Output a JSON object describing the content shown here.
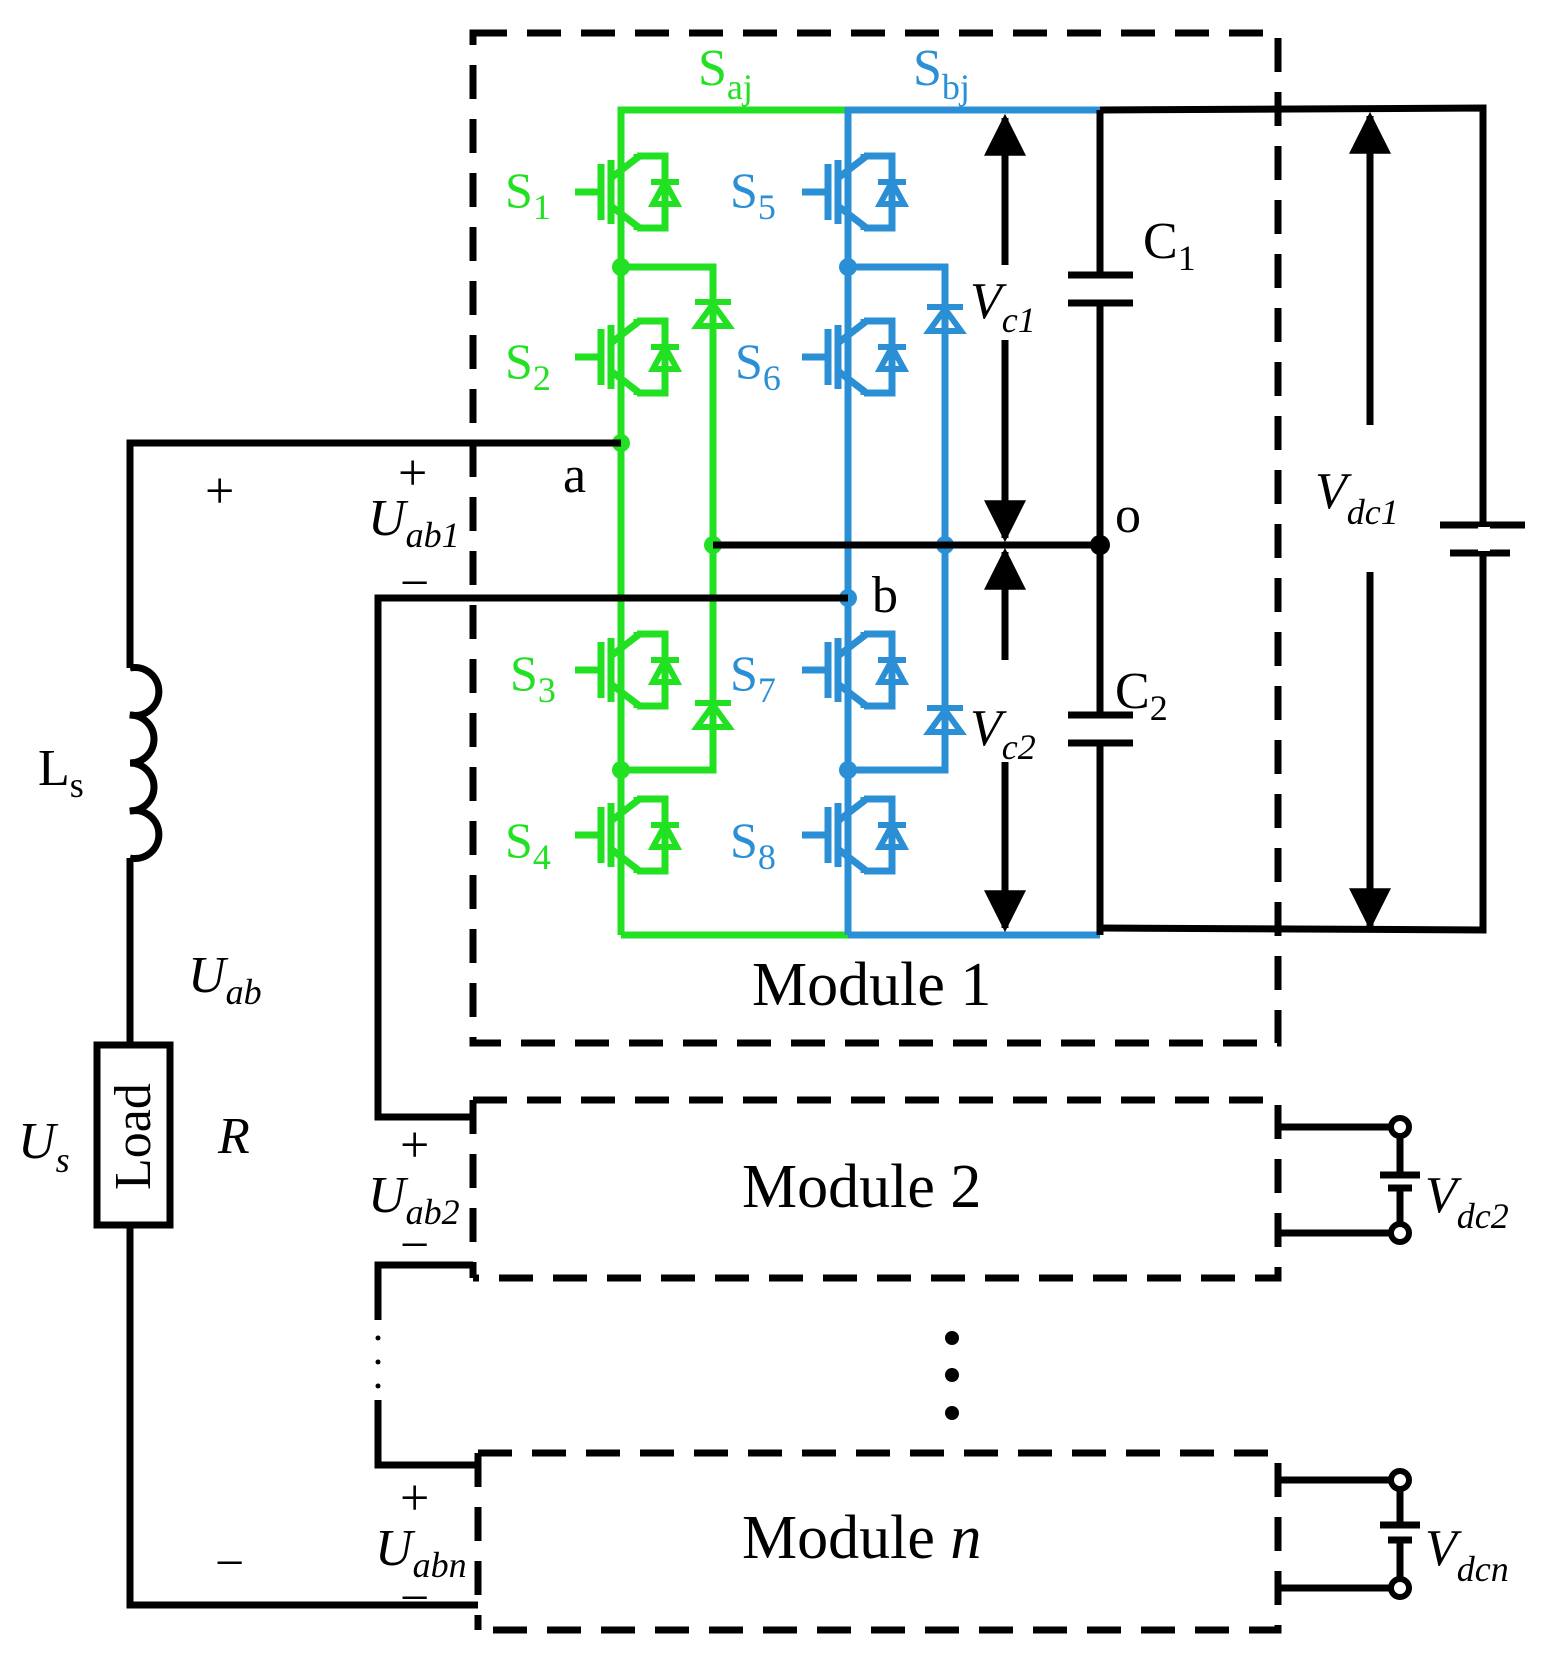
{
  "colors": {
    "wire": "#000000",
    "leg_a": "#22e022",
    "leg_b": "#2b8fd6",
    "background": "#ffffff"
  },
  "leg_labels": {
    "a": {
      "main": "S",
      "sub": "aj"
    },
    "b": {
      "main": "S",
      "sub": "bj"
    }
  },
  "switches": [
    {
      "main": "S",
      "sub": "1",
      "leg": "a"
    },
    {
      "main": "S",
      "sub": "2",
      "leg": "a"
    },
    {
      "main": "S",
      "sub": "3",
      "leg": "a"
    },
    {
      "main": "S",
      "sub": "4",
      "leg": "a"
    },
    {
      "main": "S",
      "sub": "5",
      "leg": "b"
    },
    {
      "main": "S",
      "sub": "6",
      "leg": "b"
    },
    {
      "main": "S",
      "sub": "7",
      "leg": "b"
    },
    {
      "main": "S",
      "sub": "8",
      "leg": "b"
    }
  ],
  "capacitors": [
    {
      "main": "C",
      "sub": "1"
    },
    {
      "main": "C",
      "sub": "2"
    }
  ],
  "voltages": {
    "vc1": {
      "main": "V",
      "sub": "c1"
    },
    "vc2": {
      "main": "V",
      "sub": "c2"
    },
    "vdc1": {
      "main": "V",
      "sub": "dc1"
    },
    "vdc2": {
      "main": "V",
      "sub": "dc2"
    },
    "vdcn": {
      "main": "V",
      "sub": "dcn"
    }
  },
  "nodes": {
    "a": "a",
    "b": "b",
    "o": "o"
  },
  "modules": {
    "m1": "Module 1",
    "m2": "Module 2",
    "mn_prefix": "Module ",
    "mn_suffix": "n"
  },
  "output_voltages": {
    "uab1": {
      "main": "U",
      "sub": "ab1"
    },
    "uab2": {
      "main": "U",
      "sub": "ab2"
    },
    "uabn": {
      "main": "U",
      "sub": "abn"
    }
  },
  "signs": {
    "plus": "+",
    "minus": "−"
  },
  "source": {
    "inductor": {
      "main": "L",
      "sub": "s"
    },
    "load": "Load",
    "us": {
      "main": "U",
      "sub": "s"
    },
    "uab": {
      "main": "U",
      "sub": "ab"
    },
    "r": "R"
  }
}
